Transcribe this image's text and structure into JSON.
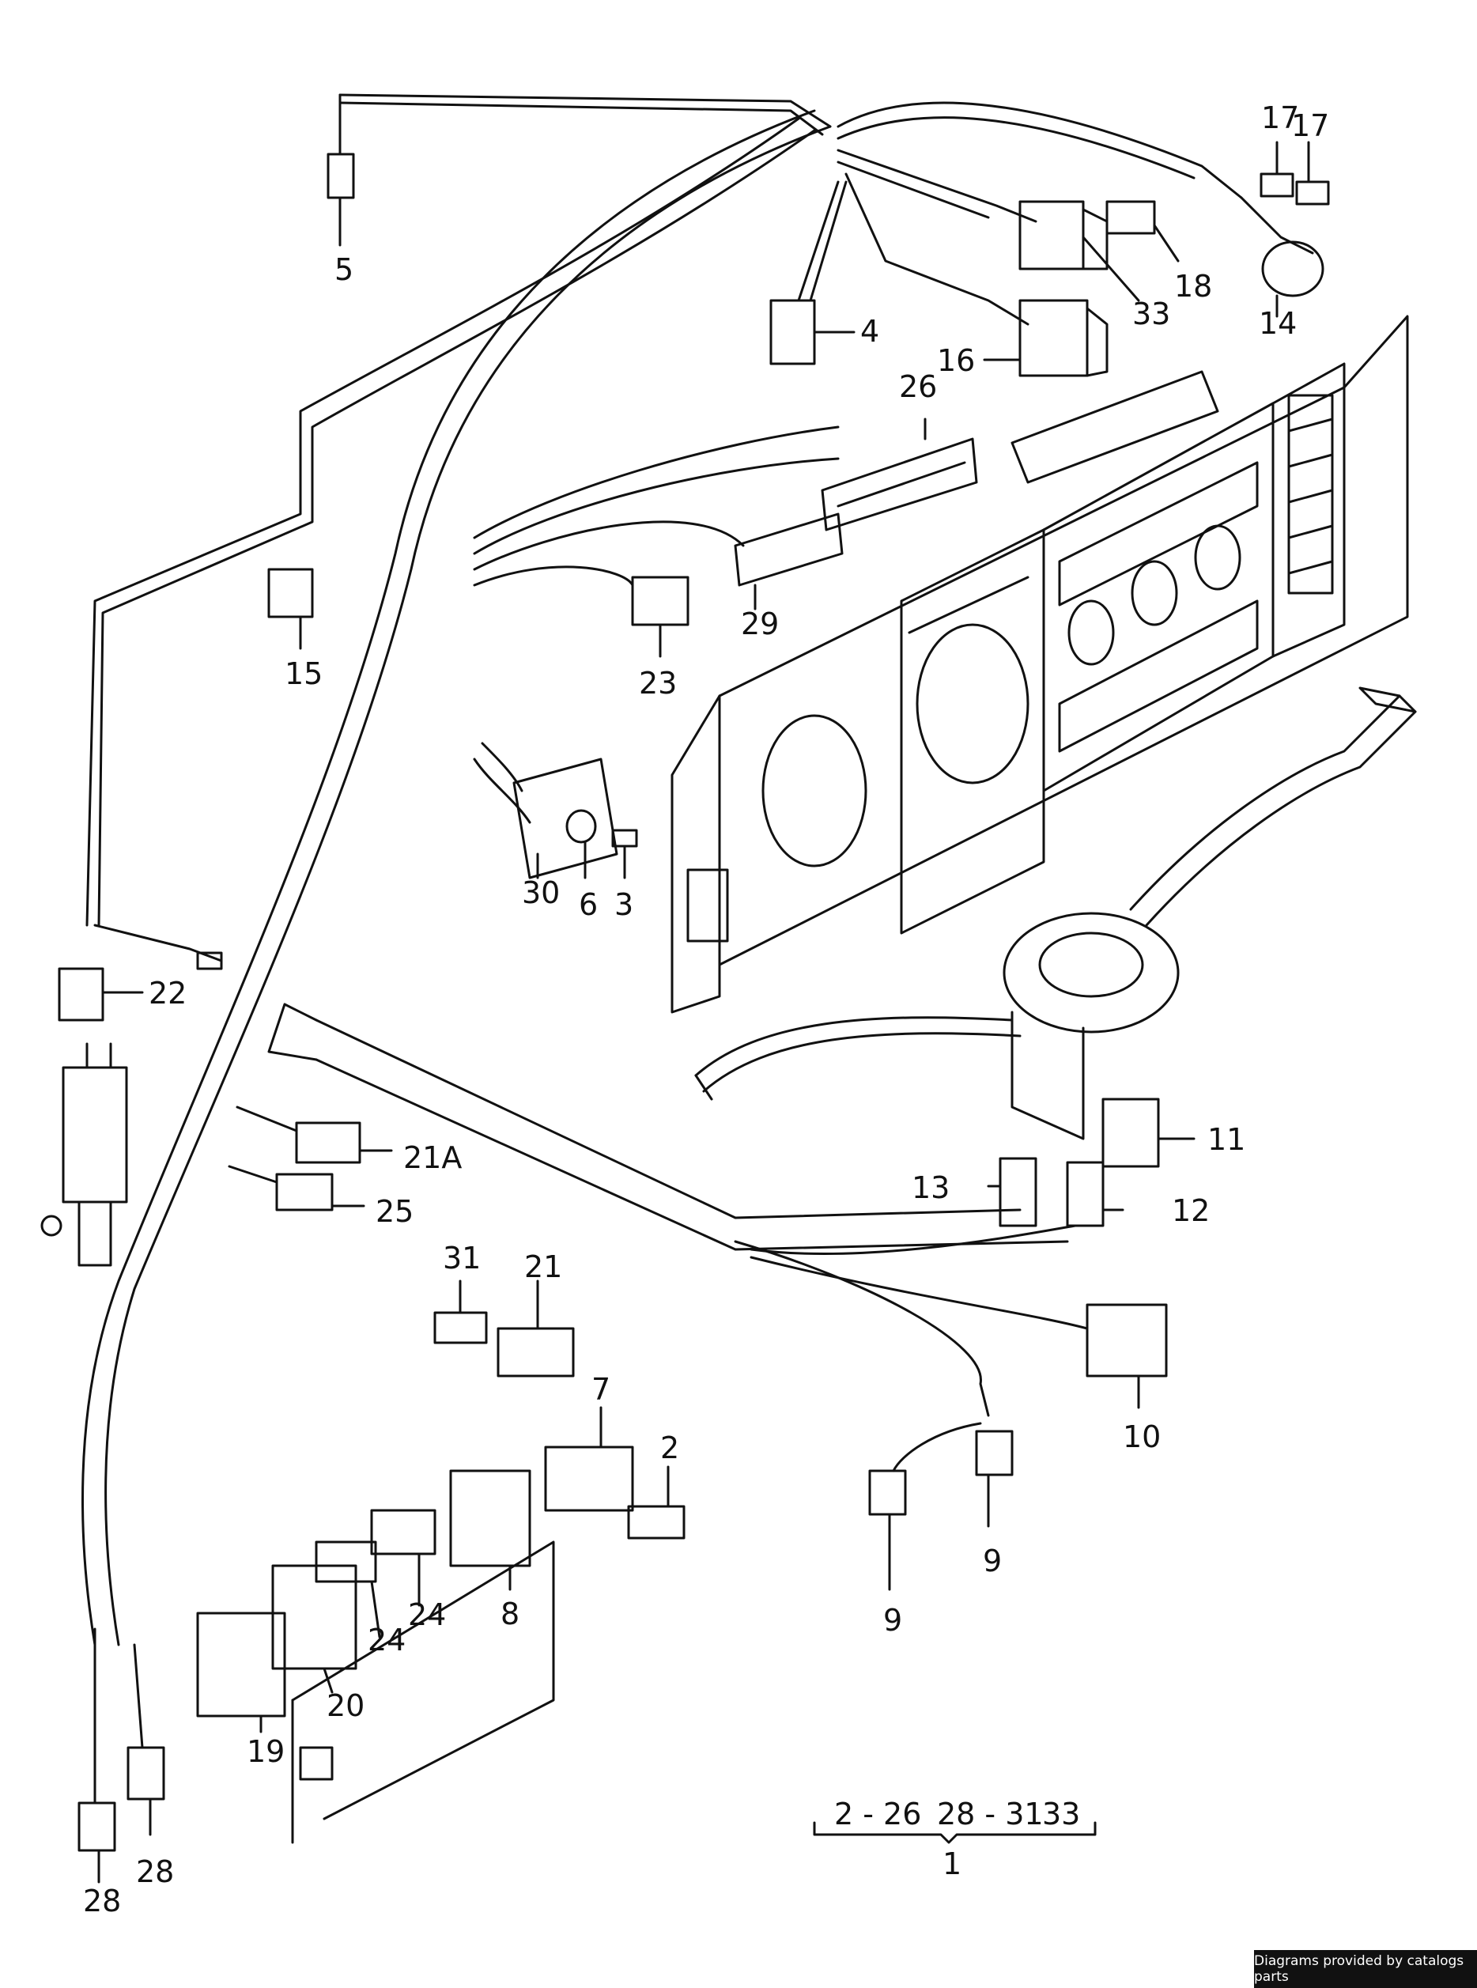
{
  "labels": {
    "l5": "5",
    "l4": "4",
    "l17a": "17",
    "l17b": "17",
    "l18": "18",
    "l33": "33",
    "l14": "14",
    "l16": "16",
    "l26": "26",
    "l15": "15",
    "l29": "29",
    "l23": "23",
    "l30": "30",
    "l6": "6",
    "l3": "3",
    "l22": "22",
    "l11": "11",
    "l13": "13",
    "l12": "12",
    "l21A": "21A",
    "l25": "25",
    "l31": "31",
    "l21": "21",
    "l7": "7",
    "l2": "2",
    "l10": "10",
    "l9a": "9",
    "l9b": "9",
    "l24a": "24",
    "l24b": "24",
    "l8": "8",
    "l20": "20",
    "l19": "19",
    "l28a": "28",
    "l28b": "28"
  },
  "legend": {
    "range1": "2 - 26",
    "range2": "28 - 31",
    "range3": "33",
    "assembly": "1"
  },
  "credit": "Diagrams provided by catalogs parts"
}
